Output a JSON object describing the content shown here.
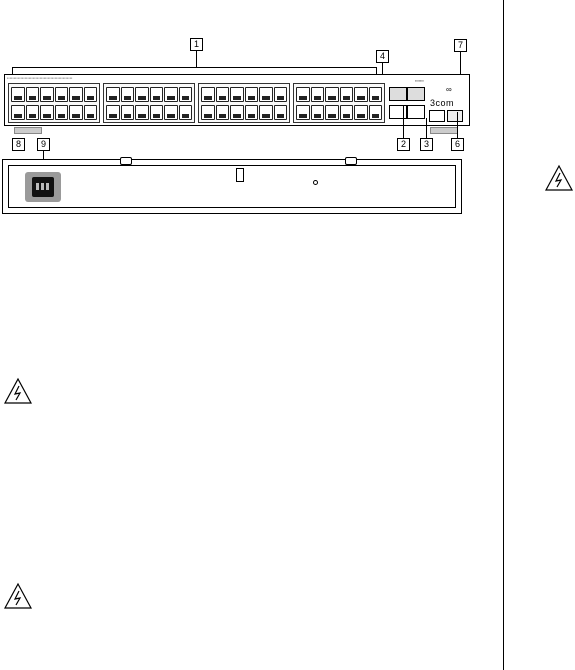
{
  "callouts": {
    "c1": "1",
    "c2": "2",
    "c3": "3",
    "c4": "4",
    "c6": "6",
    "c7": "7",
    "c8": "8",
    "c9": "9"
  },
  "front_panel": {
    "brand": "3com"
  },
  "icons": {
    "warning": "high-voltage-warning-icon",
    "power": "iec-power-inlet-icon"
  }
}
